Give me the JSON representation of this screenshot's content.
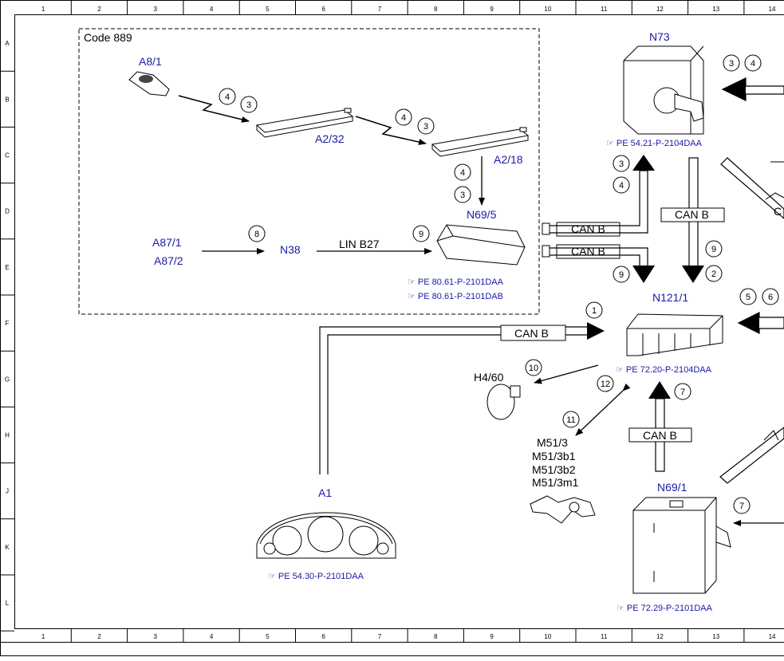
{
  "grid": {
    "columns": [
      "1",
      "2",
      "3",
      "4",
      "5",
      "6",
      "7",
      "8",
      "9",
      "10",
      "11",
      "12",
      "13",
      "14"
    ],
    "rows": [
      "A",
      "B",
      "C",
      "D",
      "E",
      "F",
      "G",
      "H",
      "J",
      "K",
      "L"
    ]
  },
  "code_box": {
    "label": "Code 889"
  },
  "components": {
    "a8_1": "A8/1",
    "a2_32": "A2/32",
    "a2_18": "A2/18",
    "n69_5": "N69/5",
    "a87_1": "A87/1",
    "a87_2": "A87/2",
    "n38": "N38",
    "n73": "N73",
    "n121_1": "N121/1",
    "h4_60": "H4/60",
    "a1": "A1",
    "n69_1": "N69/1",
    "m51_3": "M51/3",
    "m51_3b1": "M51/3b1",
    "m51_3b2": "M51/3b2",
    "m51_3m1": "M51/3m1"
  },
  "bus_labels": {
    "lin": "LIN B27",
    "can_n69_5_top": "CAN B",
    "can_n69_5_bottom": "CAN B",
    "can_n73": "CAN B",
    "can_a1": "CAN B",
    "can_n69_1": "CAN B",
    "can_right_partial": "C"
  },
  "references": {
    "n73": "PE 54.21-P-2104DAA",
    "n69_5_a": "PE 80.61-P-2101DAA",
    "n69_5_b": "PE 80.61-P-2101DAB",
    "n121_1": "PE 72.20-P-2104DAA",
    "a1": "PE 54.30-P-2101DAA",
    "n69_1": "PE 72.29-P-2101DAA"
  },
  "step_numbers": {
    "a8_4": "4",
    "a8_3": "3",
    "a232_4": "4",
    "a232_3": "3",
    "a218_4": "4",
    "a218_3": "3",
    "a87_8": "8",
    "n695_9": "9",
    "n73_3": "3",
    "n73_4": "4",
    "up_3": "3",
    "up_4": "4",
    "down_9": "9",
    "down_2": "2",
    "left_9": "9",
    "n121_5": "5",
    "n121_6": "6",
    "can_a1_1": "1",
    "h460_10": "10",
    "m51_12": "12",
    "m51_11": "11",
    "n691_7": "7",
    "right_7": "7"
  },
  "colors": {
    "component_label": "#1a1aa6",
    "line": "#000000"
  }
}
